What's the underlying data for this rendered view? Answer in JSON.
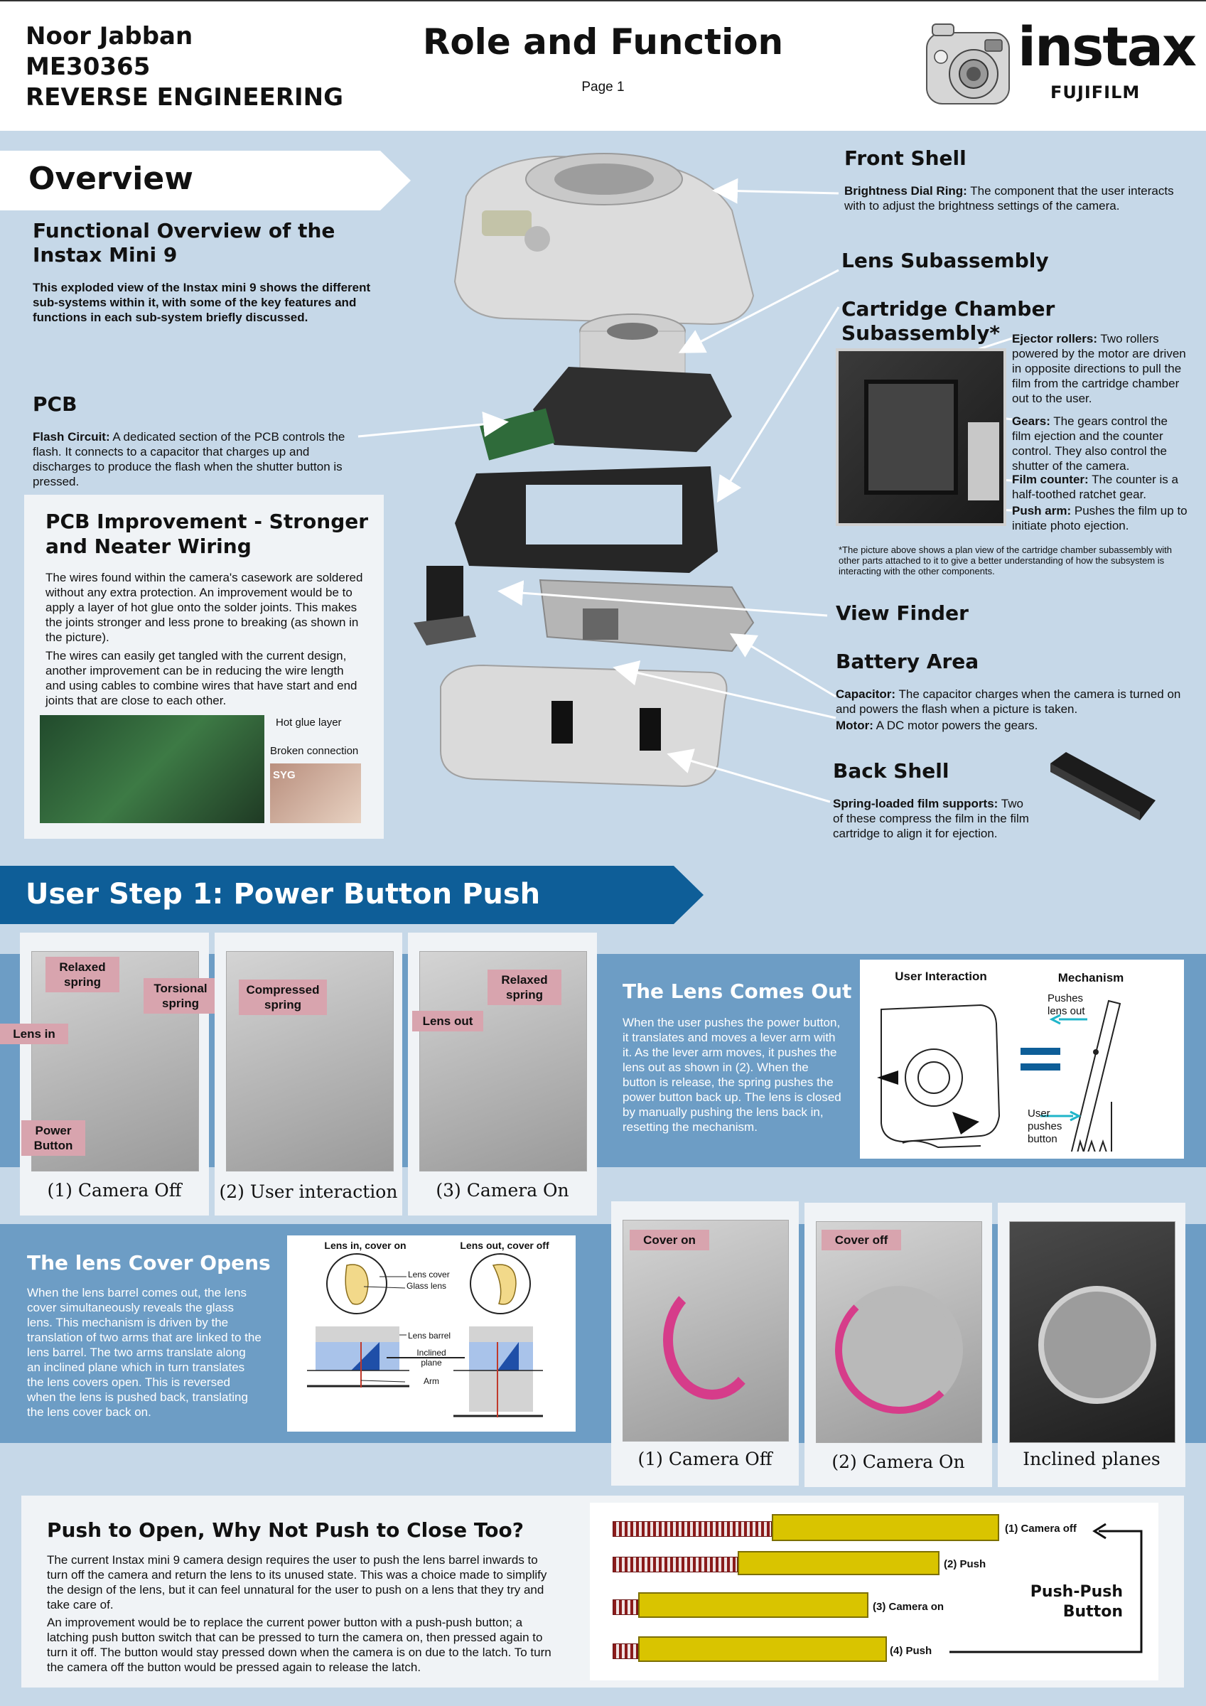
{
  "header": {
    "author_lines": [
      "Noor Jabban",
      "ME30365",
      "REVERSE ENGINEERING"
    ],
    "title": "Role and Function",
    "page": "Page 1",
    "brand": "instax",
    "brand_sub": "FUJIFILM"
  },
  "overview": {
    "banner": "Overview",
    "heading": "Functional Overview of the Instax Mini 9",
    "body": "This exploded view of the Instax mini 9 shows the different sub-systems within it, with some of the key features and functions in each sub-system briefly discussed.",
    "pcb": {
      "heading": "PCB",
      "term": "Flash Circuit:",
      "text": " A dedicated section of the PCB controls the flash. It connects to a capacitor that charges up and discharges to produce the flash when the shutter button is pressed."
    },
    "pcb_improvement": {
      "heading": "PCB Improvement - Stronger and Neater Wiring",
      "para1": "The wires found within the camera's casework are soldered without any extra protection. An improvement would be to apply a layer of hot glue onto the solder joints. This makes the joints stronger and less prone to breaking (as shown in the picture).",
      "para2": "The wires can easily get tangled with the current design, another improvement can be in reducing the wire length and using cables to combine wires that have start and end joints that are close to each other.",
      "label_glue": "Hot glue layer",
      "label_broken": "Broken connection",
      "board_label": "SYG"
    },
    "front_shell": {
      "heading": "Front Shell",
      "term": "Brightness Dial Ring:",
      "text": " The component that the user interacts with to adjust the brightness settings of the camera."
    },
    "lens_sub": {
      "heading": "Lens Subassembly"
    },
    "cartridge": {
      "heading": "Cartridge Chamber Subassembly*",
      "items": [
        {
          "term": "Ejector rollers:",
          "text": " Two rollers powered by the motor are driven in opposite directions to pull the film from the cartridge chamber out to the user."
        },
        {
          "term": "Gears:",
          "text": " The gears control the film ejection and the counter control. They also control the shutter of the camera."
        },
        {
          "term": "Film counter:",
          "text": " The counter is a half-toothed ratchet gear."
        },
        {
          "term": "Push arm:",
          "text": " Pushes the film up to initiate photo ejection."
        }
      ],
      "footnote": "*The picture above shows a plan view of the cartridge chamber subassembly with other parts attached to it to give a better understanding of how the subsystem is interacting with the other components."
    },
    "view_finder": {
      "heading": "View Finder"
    },
    "battery": {
      "heading": "Battery Area",
      "items": [
        {
          "term": "Capacitor:",
          "text": " The capacitor charges when the camera is turned on and powers the flash when a picture is taken."
        },
        {
          "term": "Motor:",
          "text": " A DC motor powers the gears."
        }
      ]
    },
    "back_shell": {
      "heading": "Back Shell",
      "term": "Spring-loaded film supports:",
      "text": " Two of these compress the film in the film cartridge to align it for ejection."
    }
  },
  "step1": {
    "banner": "User Step 1: Power Button Push",
    "photos": [
      {
        "caption": "(1) Camera Off",
        "tags": [
          "Relaxed spring",
          "Torsional spring",
          "Lens in",
          "Power Button"
        ]
      },
      {
        "caption": "(2) User interaction",
        "tags": [
          "Compressed spring"
        ]
      },
      {
        "caption": "(3) Camera On",
        "tags": [
          "Relaxed spring",
          "Lens out"
        ]
      }
    ],
    "lens_out": {
      "heading": "The Lens Comes Out",
      "body": "When the user pushes the power button, it translates and moves a lever arm with it. As the lever arm moves, it pushes the lens out as shown in (2). When the button is release, the spring pushes the power button back up. The lens is closed by manually pushing the lens back in, resetting the mechanism."
    },
    "diagram": {
      "col_left": "User Interaction",
      "col_right": "Mechanism",
      "label_top": "Pushes lens out",
      "label_bottom": "User pushes button",
      "equals": "="
    }
  },
  "cover": {
    "heading": "The lens Cover Opens",
    "body": "When the lens barrel comes out, the lens cover simultaneously reveals the glass lens. This mechanism is driven by the translation of two arms that are linked to the lens barrel. The two arms translate along an inclined plane which in turn translates the lens covers open. This is reversed when the lens is pushed back, translating the lens cover back on.",
    "diagram": {
      "title_left": "Lens in, cover on",
      "title_right": "Lens out, cover off",
      "labels": [
        "Lens cover",
        "Glass lens",
        "Lens barrel",
        "Inclined plane",
        "Arm"
      ]
    },
    "photos": [
      {
        "caption": "(1) Camera Off",
        "tag": "Cover on"
      },
      {
        "caption": "(2) Camera On",
        "tag": "Cover off"
      },
      {
        "caption": "Inclined planes",
        "tag": ""
      }
    ]
  },
  "pushpush": {
    "heading": "Push to Open, Why Not Push to Close Too?",
    "para1": "The current Instax mini 9 camera design requires the user to push the lens barrel inwards to turn off the camera and return the lens to its unused state. This was a choice made to simplify the design of the lens, but it can feel unnatural for the user to push on a lens that they try and take care of.",
    "para2": "An improvement would be to replace the current power button with a push-push button; a latching push button switch that can be pressed to turn the camera on, then pressed again to turn it off. The button would stay pressed down when the camera is on due to the latch. To turn the camera off the button would be pressed again to release the latch.",
    "states": [
      "(1) Camera off",
      "(2) Push",
      "(3) Camera on",
      "(4) Push"
    ],
    "label": "Push-Push Button"
  },
  "colors": {
    "banner": "#0e5e98",
    "band_dark": "#6d9dc5",
    "band_light": "#c6d8e8",
    "tag": "#d8a4ae",
    "magenta": "#d63c8a",
    "accent_cyan": "#1fb5c9"
  }
}
